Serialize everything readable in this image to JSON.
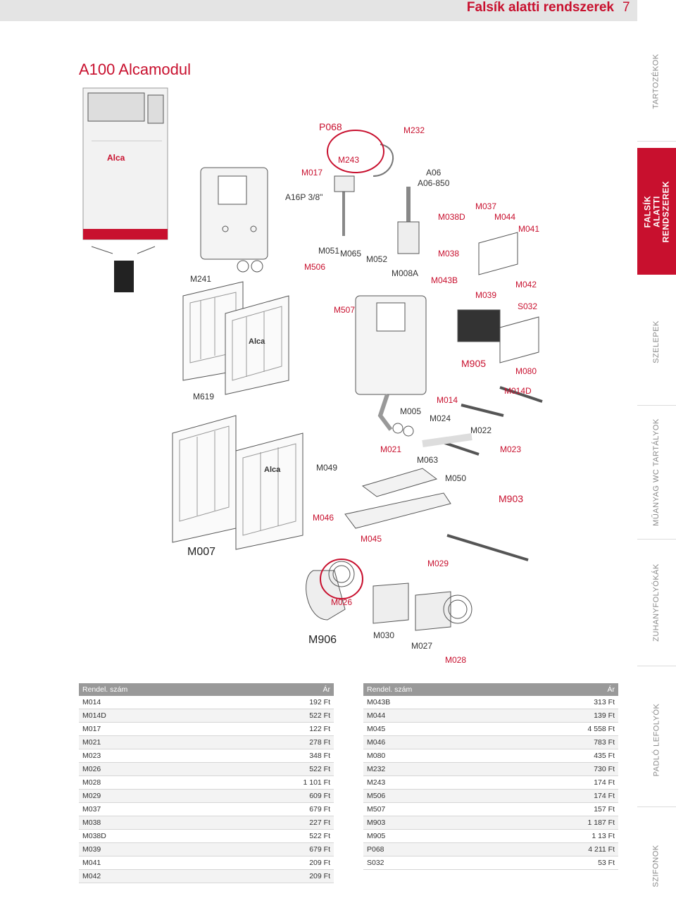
{
  "header": {
    "title": "Falsík alatti rendszerek",
    "page_number": "7"
  },
  "page_title": "A100 Alcamodul",
  "side_tabs": [
    {
      "label": "TARTOZÉKOK",
      "active": false
    },
    {
      "label": "FALSÍK ALATTI RENDSZEREK",
      "active": true
    },
    {
      "label": "SZELEPEK",
      "active": false
    },
    {
      "label": "MŰANYAG WC TARTÁLYOK",
      "active": false
    },
    {
      "label": "ZUHANYFOLYÓKÁK",
      "active": false
    },
    {
      "label": "PADLÓ LEFOLYÓK",
      "active": false
    },
    {
      "label": "SZIFONOK",
      "active": false
    }
  ],
  "diagram_labels": [
    {
      "text": "P068",
      "style": "bigred"
    },
    {
      "text": "M232",
      "style": "red"
    },
    {
      "text": "M243",
      "style": "red"
    },
    {
      "text": "M017",
      "style": "red"
    },
    {
      "text": "A06",
      "style": "plain"
    },
    {
      "text": "A06-850",
      "style": "plain"
    },
    {
      "text": "A16P 3/8\"",
      "style": "plain"
    },
    {
      "text": "M037",
      "style": "red"
    },
    {
      "text": "M038D",
      "style": "red"
    },
    {
      "text": "M044",
      "style": "red"
    },
    {
      "text": "M041",
      "style": "red"
    },
    {
      "text": "M051",
      "style": "plain"
    },
    {
      "text": "M065",
      "style": "plain"
    },
    {
      "text": "M052",
      "style": "plain"
    },
    {
      "text": "M506",
      "style": "red"
    },
    {
      "text": "M038",
      "style": "red"
    },
    {
      "text": "M241",
      "style": "plain"
    },
    {
      "text": "M008A",
      "style": "plain"
    },
    {
      "text": "M043B",
      "style": "red"
    },
    {
      "text": "M042",
      "style": "red"
    },
    {
      "text": "M039",
      "style": "red"
    },
    {
      "text": "S032",
      "style": "red"
    },
    {
      "text": "M507",
      "style": "red"
    },
    {
      "text": "M905",
      "style": "bigred"
    },
    {
      "text": "M080",
      "style": "red"
    },
    {
      "text": "M014D",
      "style": "red"
    },
    {
      "text": "M619",
      "style": "plain"
    },
    {
      "text": "M014",
      "style": "red"
    },
    {
      "text": "M005",
      "style": "plain"
    },
    {
      "text": "M024",
      "style": "plain"
    },
    {
      "text": "M022",
      "style": "plain"
    },
    {
      "text": "M021",
      "style": "red"
    },
    {
      "text": "M023",
      "style": "red"
    },
    {
      "text": "M063",
      "style": "plain"
    },
    {
      "text": "M049",
      "style": "plain"
    },
    {
      "text": "M050",
      "style": "plain"
    },
    {
      "text": "M903",
      "style": "bigred"
    },
    {
      "text": "M046",
      "style": "red"
    },
    {
      "text": "M045",
      "style": "red"
    },
    {
      "text": "M007",
      "style": "big"
    },
    {
      "text": "M029",
      "style": "red"
    },
    {
      "text": "M026",
      "style": "red"
    },
    {
      "text": "M906",
      "style": "big"
    },
    {
      "text": "M030",
      "style": "plain"
    },
    {
      "text": "M027",
      "style": "plain"
    },
    {
      "text": "M028",
      "style": "red"
    }
  ],
  "tables": [
    {
      "col_code": "Rendel. szám",
      "col_price": "Ár",
      "rows": [
        {
          "code": "M014",
          "price": "192 Ft"
        },
        {
          "code": "M014D",
          "price": "522 Ft"
        },
        {
          "code": "M017",
          "price": "122 Ft"
        },
        {
          "code": "M021",
          "price": "278 Ft"
        },
        {
          "code": "M023",
          "price": "348 Ft"
        },
        {
          "code": "M026",
          "price": "522 Ft"
        },
        {
          "code": "M028",
          "price": "1 101 Ft"
        },
        {
          "code": "M029",
          "price": "609 Ft"
        },
        {
          "code": "M037",
          "price": "679 Ft"
        },
        {
          "code": "M038",
          "price": "227 Ft"
        },
        {
          "code": "M038D",
          "price": "522 Ft"
        },
        {
          "code": "M039",
          "price": "679 Ft"
        },
        {
          "code": "M041",
          "price": "209 Ft"
        },
        {
          "code": "M042",
          "price": "209 Ft"
        }
      ]
    },
    {
      "col_code": "Rendel. szám",
      "col_price": "Ár",
      "rows": [
        {
          "code": "M043B",
          "price": "313 Ft"
        },
        {
          "code": "M044",
          "price": "139 Ft"
        },
        {
          "code": "M045",
          "price": "4 558 Ft"
        },
        {
          "code": "M046",
          "price": "783 Ft"
        },
        {
          "code": "M080",
          "price": "435 Ft"
        },
        {
          "code": "M232",
          "price": "730 Ft"
        },
        {
          "code": "M243",
          "price": "174 Ft"
        },
        {
          "code": "M506",
          "price": "174 Ft"
        },
        {
          "code": "M507",
          "price": "157 Ft"
        },
        {
          "code": "M903",
          "price": "1 187 Ft"
        },
        {
          "code": "M905",
          "price": "1 13 Ft"
        },
        {
          "code": "P068",
          "price": "4 211 Ft"
        },
        {
          "code": "S032",
          "price": "53 Ft"
        }
      ]
    }
  ],
  "colors": {
    "accent": "#c8102e",
    "table_head": "#999999",
    "header_bar": "#e4e4e4"
  },
  "logo_text": "Alca"
}
